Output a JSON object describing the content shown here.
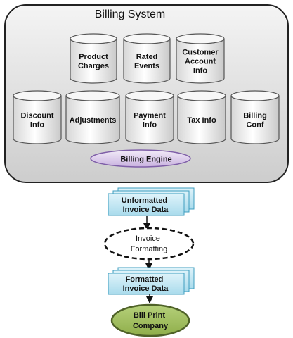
{
  "system": {
    "title": "Billing System"
  },
  "databases": [
    {
      "id": "product-charges",
      "lines": [
        "Product",
        "Charges"
      ]
    },
    {
      "id": "rated-events",
      "lines": [
        "Rated",
        "Events"
      ]
    },
    {
      "id": "customer-account-info",
      "lines": [
        "Customer",
        "Account",
        "Info"
      ]
    },
    {
      "id": "discount-info",
      "lines": [
        "Discount",
        "Info"
      ]
    },
    {
      "id": "adjustments",
      "lines": [
        "Adjustments"
      ]
    },
    {
      "id": "payment-info",
      "lines": [
        "Payment",
        "Info"
      ]
    },
    {
      "id": "tax-info",
      "lines": [
        "Tax Info"
      ]
    },
    {
      "id": "billing-conf",
      "lines": [
        "Billing",
        "Conf"
      ]
    }
  ],
  "engine": {
    "label": "Billing Engine"
  },
  "flow": {
    "unformatted": [
      "Unformatted",
      "Invoice Data"
    ],
    "formatting": [
      "Invoice",
      "Formatting"
    ],
    "formatted": [
      "Formatted",
      "Invoice Data"
    ],
    "print": [
      "Bill Print",
      "Company"
    ]
  },
  "colors": {
    "system_fill_top": "#f4f4f4",
    "system_fill_bottom": "#cfcfcf",
    "cylinder_top": "#ffffff",
    "cylinder_bottom": "#d9d9d9",
    "engine_fill": "#ded0ec",
    "engine_stroke": "#7f5fa8",
    "doc_fill": "#b8e2ef",
    "doc_stroke": "#3d9dbf",
    "print_fill": "#9bbb59",
    "print_stroke": "#4f6228"
  }
}
